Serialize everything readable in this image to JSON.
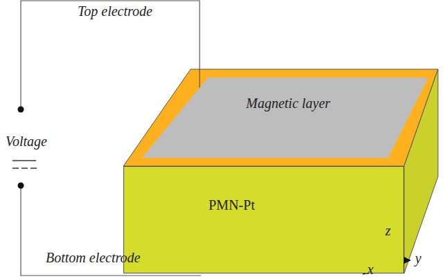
{
  "diagram": {
    "nodes": [
      {
        "text": [
          "Magnetic layer"
        ]
      },
      {
        "text": [
          "PMN-Pt"
        ]
      }
    ],
    "labels": [
      "Top electrode",
      "Voltage",
      "Bottom electrode",
      "z",
      "y",
      "x"
    ]
  }
}
